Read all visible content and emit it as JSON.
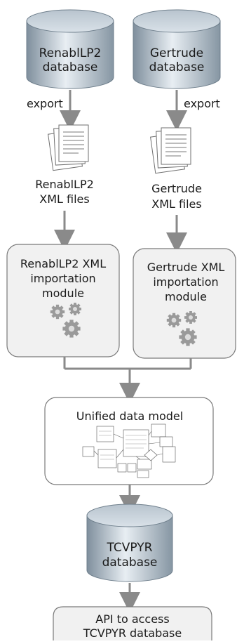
{
  "databases": {
    "renabilp2": {
      "line1": "RenablLP2",
      "line2": "database"
    },
    "gertrude": {
      "line1": "Gertrude",
      "line2": "database"
    },
    "tcvpyr": {
      "line1": "TCVPYR",
      "line2": "database"
    }
  },
  "edges": {
    "export_left": "export",
    "export_right": "export"
  },
  "files": {
    "renabilp2": {
      "line1": "RenablLP2",
      "line2": "XML files"
    },
    "gertrude": {
      "line1": "Gertrude",
      "line2": "XML files"
    }
  },
  "modules": {
    "renabilp2": {
      "line1": "RenablLP2 XML",
      "line2": "importation",
      "line3": "module"
    },
    "gertrude": {
      "line1": "Gertrude XML",
      "line2": "importation",
      "line3": "module"
    }
  },
  "unified": {
    "title": "Unified data model"
  },
  "api": {
    "line1": "API to access",
    "line2": "TCVPYR database"
  },
  "icons": {
    "database": "database-cylinder-icon",
    "document": "document-stack-icon",
    "gears": "gears-icon",
    "uml": "uml-diagram-thumbnail"
  },
  "colors": {
    "db_top": "#c9d3dc",
    "db_body_dark": "#7f8f9d",
    "db_body_light": "#e8eef3",
    "box_fill": "#f1f1f1",
    "box_stroke": "#7a7a7a",
    "arrow": "#8a8a8a",
    "gear": "#9a9a9a"
  }
}
